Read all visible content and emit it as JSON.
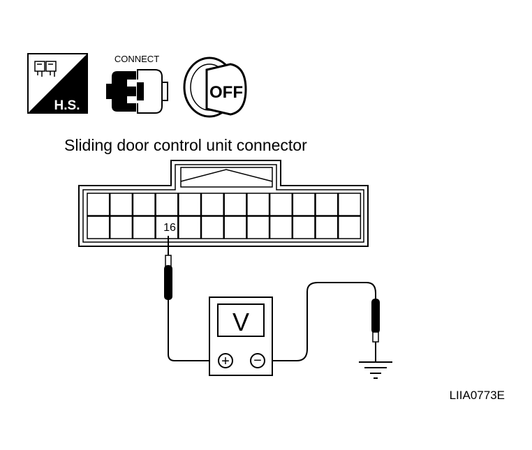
{
  "icons": {
    "harness_sign": "H.S.",
    "connect_label": "CONNECT",
    "ignition_state": "OFF"
  },
  "title": "Sliding door control unit connector",
  "connector": {
    "terminal": "16"
  },
  "meter": {
    "mode": "V",
    "positive": "+",
    "negative": "−"
  },
  "figure_id": "LIIA0773E"
}
